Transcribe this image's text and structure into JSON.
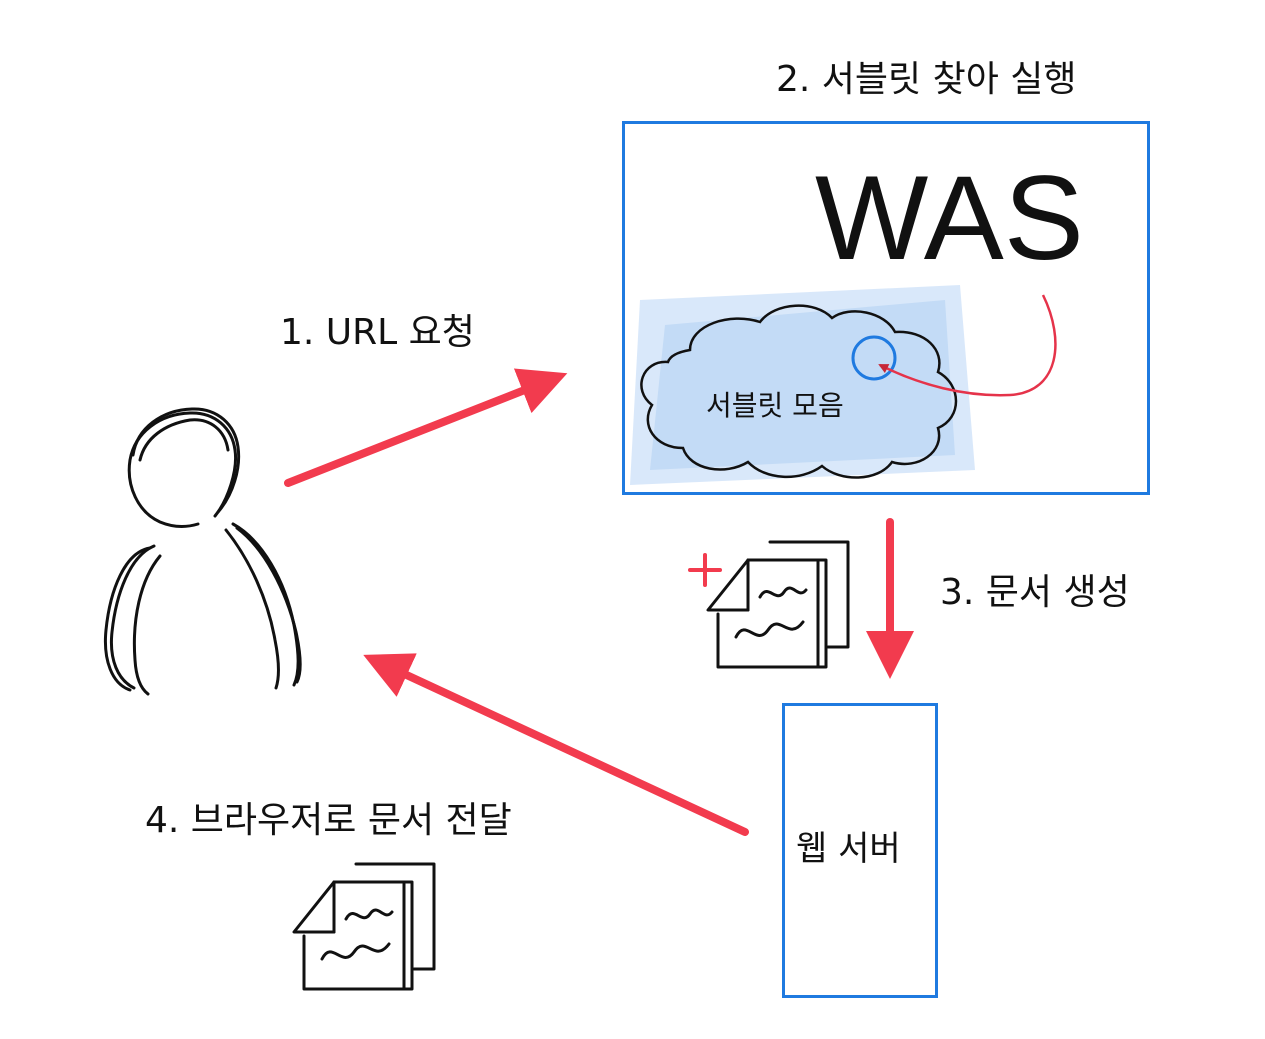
{
  "steps": {
    "step1": "1. URL 요청",
    "step2": "2. 서블릿 찾아 실행",
    "step3": "3. 문서 생성",
    "step4": "4. 브라우저로 문서 전달"
  },
  "was": {
    "title": "WAS",
    "servlet_cloud_label": "서블릿 모음"
  },
  "web_server": {
    "label": "웹 서버"
  },
  "colors": {
    "arrow": "#f23b4e",
    "box_border": "#1f7ae0",
    "cloud_fill": "#b9d6f5",
    "ink": "#111111"
  },
  "icons": [
    "person-icon",
    "document-stack-icon",
    "plus-icon"
  ]
}
